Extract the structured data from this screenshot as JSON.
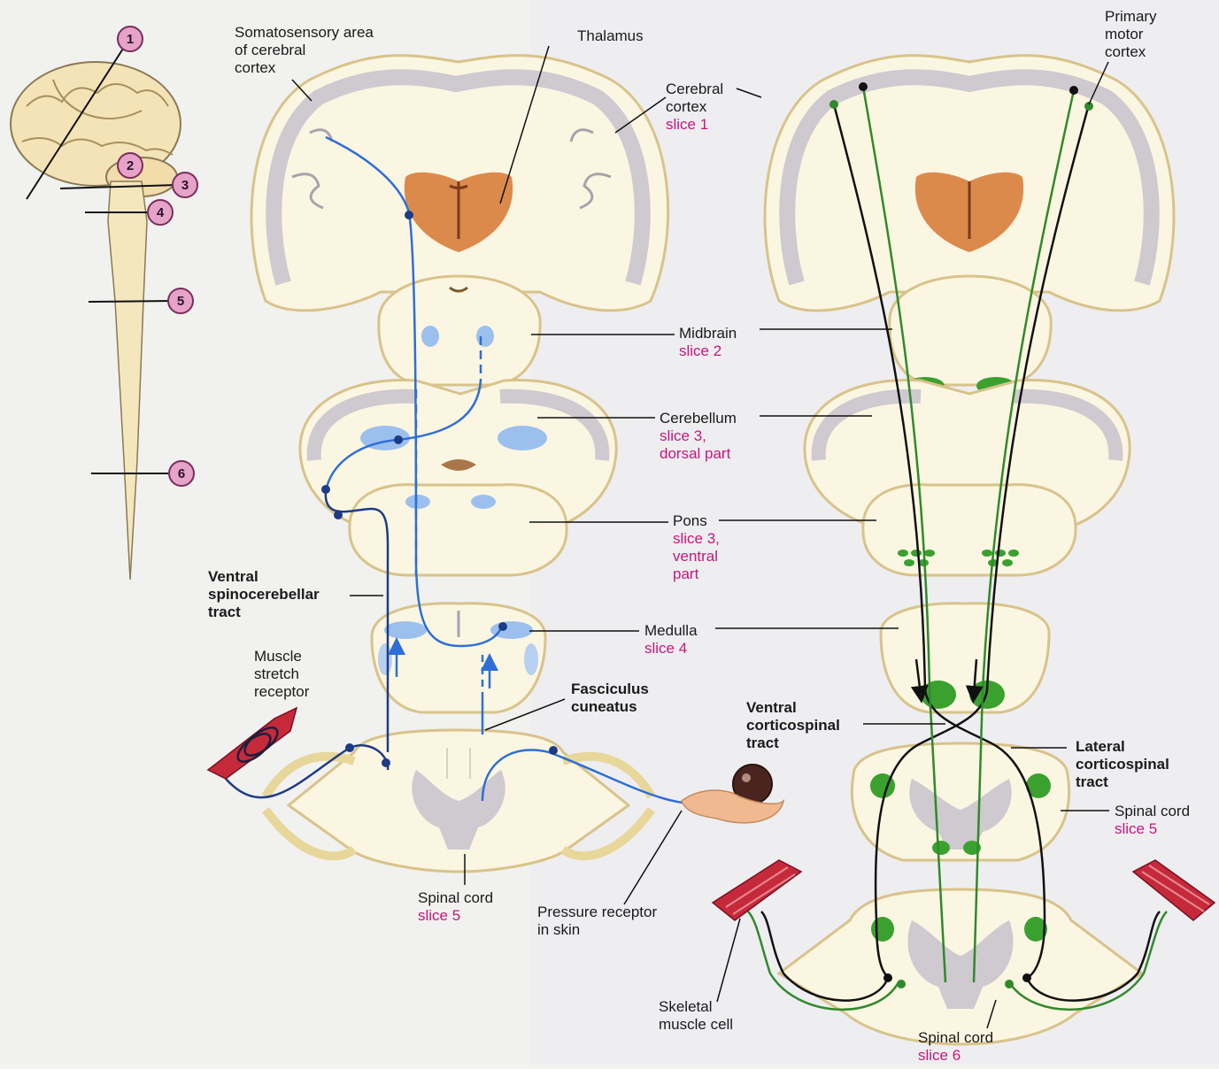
{
  "colors": {
    "sensory_pathway": "#2d6fd6",
    "motor_pathway": "#2f8a2a",
    "highlight_label": "#c8167a",
    "white_matter": "#fbf6e2",
    "gray_matter": "#cfc9d0",
    "thalamus": "#dc8a4c",
    "muscle": "#c62a3a"
  },
  "orientation": {
    "markers": [
      "1",
      "2",
      "3",
      "4",
      "5",
      "6"
    ]
  },
  "left_labels": {
    "somatosensory": [
      "Somatosensory area",
      "of cerebral",
      "cortex"
    ],
    "thalamus": "Thalamus",
    "cerebral_cortex": [
      "Cerebral",
      "cortex"
    ],
    "cerebral_cortex_slice": "slice 1",
    "midbrain": "Midbrain",
    "midbrain_slice": "slice 2",
    "cerebellum": "Cerebellum",
    "cerebellum_slice": [
      "slice 3,",
      "dorsal part"
    ],
    "pons": "Pons",
    "pons_slice": [
      "slice 3,",
      "ventral",
      "part"
    ],
    "ventral_spinocerebellar": [
      "Ventral",
      "spinocerebellar",
      "tract"
    ],
    "medulla": "Medulla",
    "medulla_slice": "slice 4",
    "muscle_stretch": [
      "Muscle",
      "stretch",
      "receptor"
    ],
    "fasciculus": [
      "Fasciculus",
      "cuneatus"
    ],
    "spinal_cord": "Spinal cord",
    "spinal_cord_slice": "slice 5",
    "pressure_receptor": [
      "Pressure receptor",
      "in skin"
    ]
  },
  "right_labels": {
    "primary_motor": [
      "Primary",
      "motor",
      "cortex"
    ],
    "ventral_corticospinal": [
      "Ventral",
      "corticospinal",
      "tract"
    ],
    "lateral_corticospinal": [
      "Lateral",
      "corticospinal",
      "tract"
    ],
    "spinal_cord5": "Spinal cord",
    "spinal_cord5_slice": "slice 5",
    "skeletal_muscle": [
      "Skeletal",
      "muscle cell"
    ],
    "spinal_cord6": "Spinal cord",
    "spinal_cord6_slice": "slice 6"
  }
}
